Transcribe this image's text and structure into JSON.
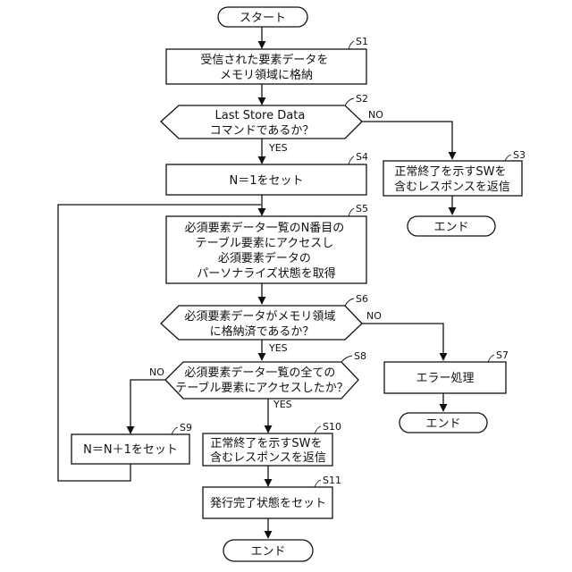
{
  "nodes": {
    "start": [
      "スタート"
    ],
    "s1": [
      "受信された要素データを",
      "メモリ領域に格納"
    ],
    "s2": [
      "Last Store Data",
      "コマンドであるか？"
    ],
    "s3": [
      "正常終了を示すSWを",
      "含むレスポンスを返信"
    ],
    "end_right": [
      "エンド"
    ],
    "s4": [
      "N＝1をセット"
    ],
    "s5": [
      "必須要素データ一覧のN番目の",
      "テーブル要素にアクセスし",
      "必須要素データの",
      "パーソナライズ状態を取得"
    ],
    "s6": [
      "必須要素データがメモリ領域",
      "に格納済であるか？"
    ],
    "s7": [
      "エラー処理"
    ],
    "end_mid": [
      "エンド"
    ],
    "s8": [
      "必須要素データ一覧の全ての",
      "テーブル要素にアクセスしたか？"
    ],
    "s9": [
      "N＝N＋1をセット"
    ],
    "s10": [
      "正常終了を示すSWを",
      "含むレスポンスを返信"
    ],
    "s11": [
      "発行完了状態をセット"
    ],
    "end_bottom": [
      "エンド"
    ]
  },
  "step_labels": {
    "s1": "S1",
    "s2": "S2",
    "s3": "S3",
    "s4": "S4",
    "s5": "S5",
    "s6": "S6",
    "s7": "S7",
    "s8": "S8",
    "s9": "S9",
    "s10": "S10",
    "s11": "S11"
  },
  "branch_labels": {
    "s2_yes": "YES",
    "s2_no": "NO",
    "s6_yes": "YES",
    "s6_no": "NO",
    "s8_yes": "YES",
    "s8_no": "NO"
  }
}
